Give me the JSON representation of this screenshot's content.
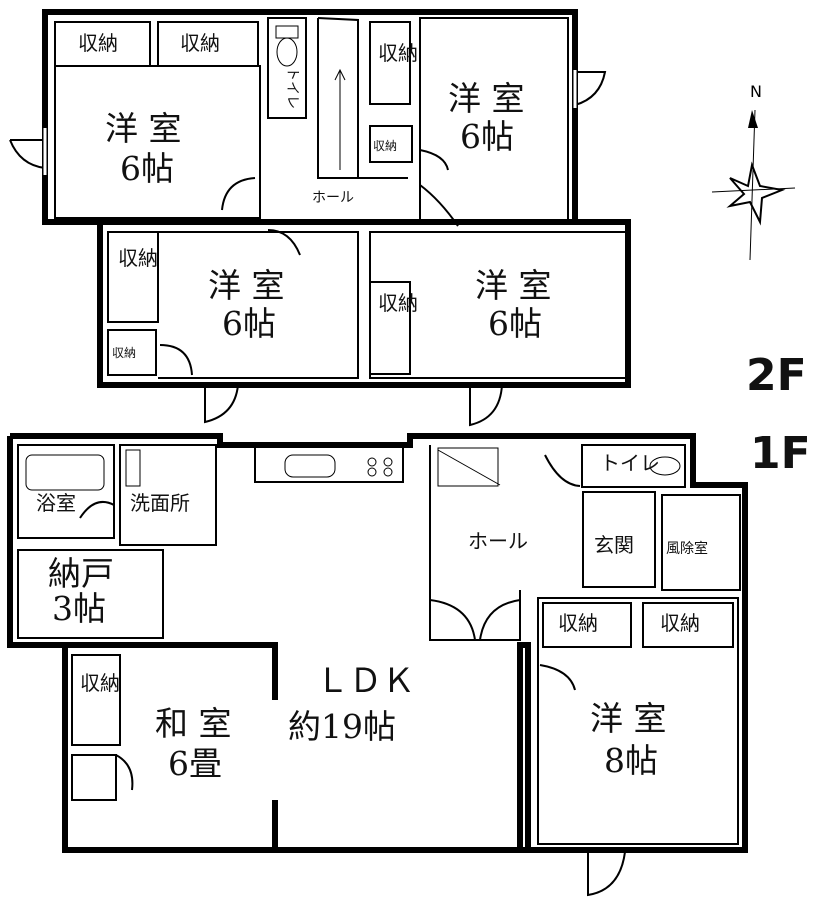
{
  "floors": {
    "second_label": "2F",
    "first_label": "1F"
  },
  "compass": {
    "north_label": "N"
  },
  "second_floor": {
    "closet_label": "収納",
    "closet_small_label": "収納",
    "toilet_label": "トイレ",
    "hall_label": "ホール",
    "room_nw": {
      "name": "洋 室",
      "size": "6帖"
    },
    "room_ne": {
      "name": "洋 室",
      "size": "6帖"
    },
    "room_sw": {
      "name": "洋 室",
      "size": "6帖"
    },
    "room_se": {
      "name": "洋 室",
      "size": "6帖"
    }
  },
  "first_floor": {
    "bath_label": "浴室",
    "washroom_label": "洗面所",
    "storage": {
      "name": "納戸",
      "size": "3帖"
    },
    "toilet_label": "トイレ",
    "hall_label": "ホール",
    "entrance_label": "玄関",
    "windbreak_label": "風除室",
    "closet_label": "収納",
    "ldk": {
      "name": "ＬＤＫ",
      "size": "約19帖"
    },
    "japanese_room": {
      "name": "和 室",
      "size": "6畳"
    },
    "western_room": {
      "name": "洋 室",
      "size": "8帖"
    }
  }
}
